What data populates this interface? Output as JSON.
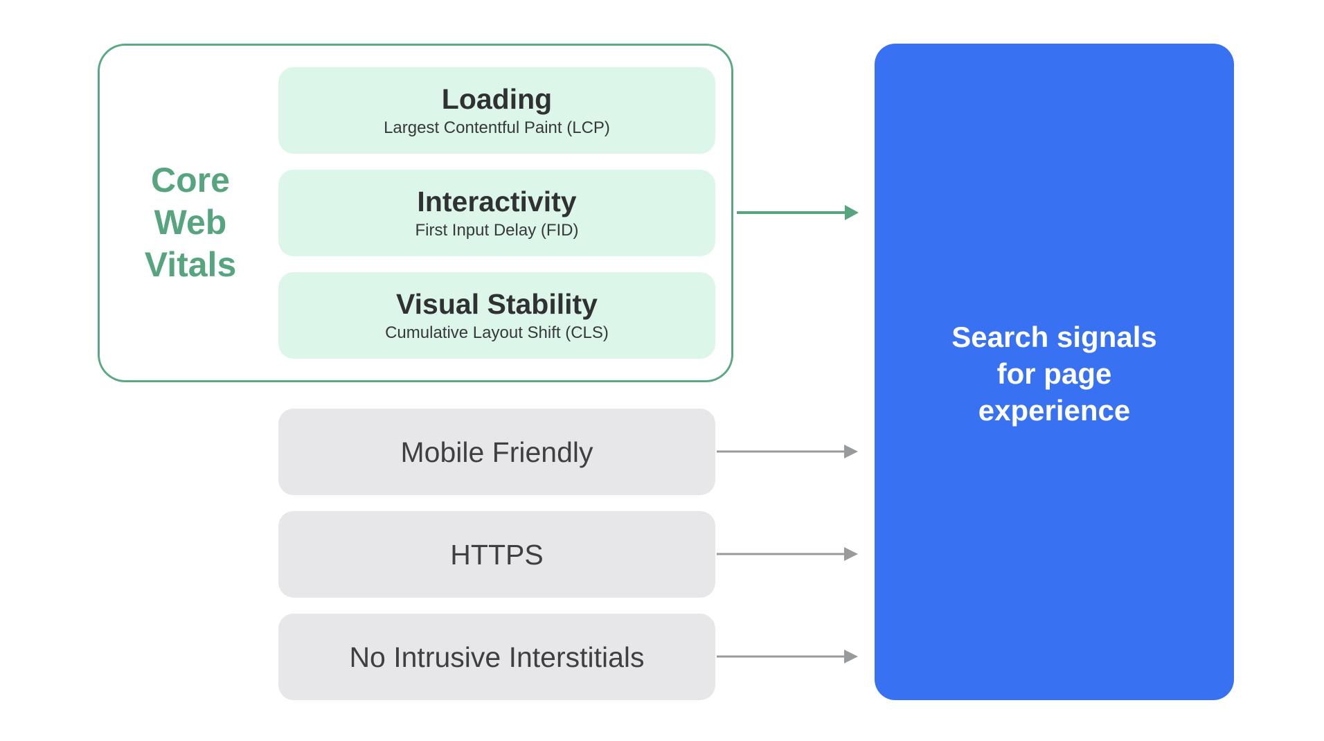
{
  "core_web_vitals": {
    "title": "Core\nWeb\nVitals",
    "metrics": [
      {
        "title": "Loading",
        "subtitle": "Largest Contentful Paint (LCP)"
      },
      {
        "title": "Interactivity",
        "subtitle": "First Input Delay (FID)"
      },
      {
        "title": "Visual Stability",
        "subtitle": "Cumulative Layout Shift (CLS)"
      }
    ]
  },
  "signals": [
    {
      "label": "Mobile Friendly"
    },
    {
      "label": "HTTPS"
    },
    {
      "label": "No Intrusive Interstitials"
    }
  ],
  "target": {
    "label": "Search signals\nfor page\nexperience"
  },
  "colors": {
    "green": "#56a57f",
    "green_fill": "#dcf6ea",
    "gray_fill": "#e7e7ea",
    "blue": "#3872f2",
    "arrow_gray": "#999a9b"
  }
}
